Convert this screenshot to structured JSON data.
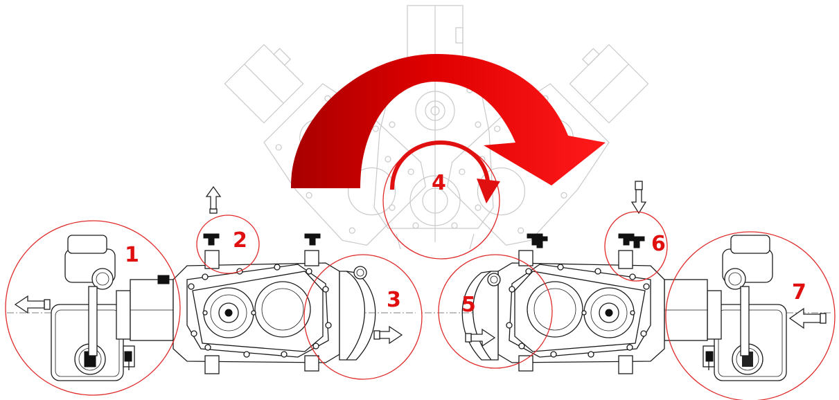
{
  "diagram": {
    "step_labels": [
      "1",
      "2",
      "3",
      "4",
      "5",
      "6",
      "7"
    ],
    "colors": {
      "accent_red": "#e01010",
      "rotation_arrow_dark": "#b80000",
      "rotation_arrow_light": "#ff0d0d",
      "ghost_gray": "#c9c9c9",
      "line_black": "#1a1a1a"
    },
    "icons": [
      "rotation-arrow-icon",
      "small-rotation-arrow-icon",
      "plug-icon",
      "hollow-arrow-icon"
    ]
  }
}
